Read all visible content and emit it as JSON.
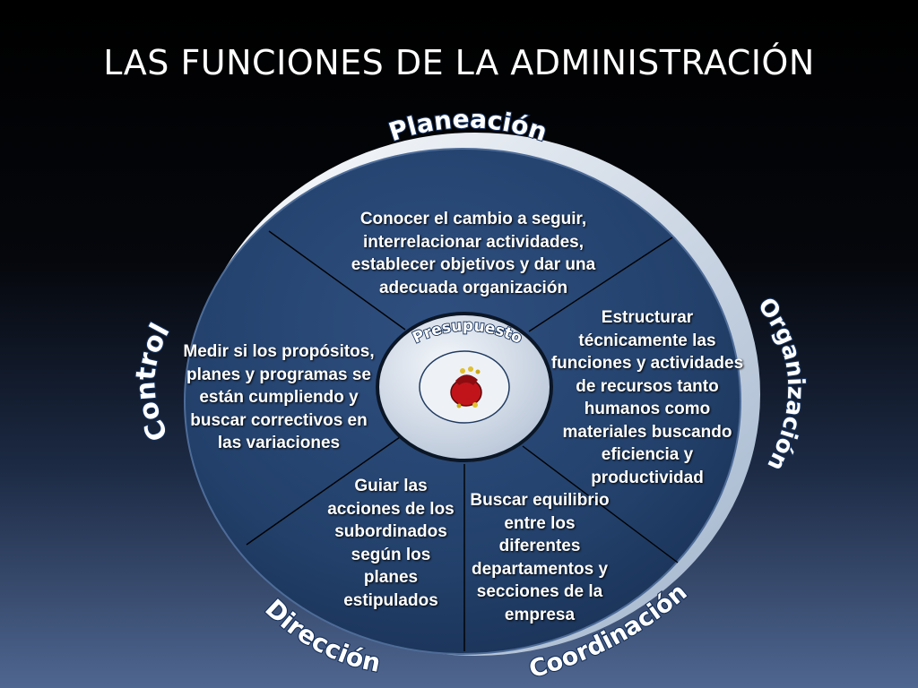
{
  "title": "LAS FUNCIONES DE LA ADMINISTRACIÓN",
  "functions": {
    "planeacion": {
      "label": "Planeación",
      "text": "Conocer el cambio a seguir, interrelacionar actividades, establecer objetivos y dar una adecuada organización"
    },
    "organizacion": {
      "label": "Organización",
      "text": "Estructurar técnicamente las funciones y actividades de recursos tanto humanos como materiales buscando eficiencia y productividad"
    },
    "coordinacion": {
      "label": "Coordinación",
      "text": "Buscar equilibrio entre los diferentes departamentos y secciones de la empresa"
    },
    "direccion": {
      "label": "Dirección",
      "text": "Guiar las acciones de los subordinados según los planes estipulados"
    },
    "control": {
      "label": "Control",
      "text": "Medir si los propósitos, planes y programas se están cumpliendo y buscar correctivos en las variaciones"
    }
  },
  "center": {
    "label": "Presupuesto",
    "icon": "money-bag-icon"
  },
  "colors": {
    "disc_fill": "#24406b",
    "disc_edge": "#6f8db5",
    "rim": "#d9e3ef",
    "center_fill": "#dfe6f0",
    "divider": "#000000"
  }
}
